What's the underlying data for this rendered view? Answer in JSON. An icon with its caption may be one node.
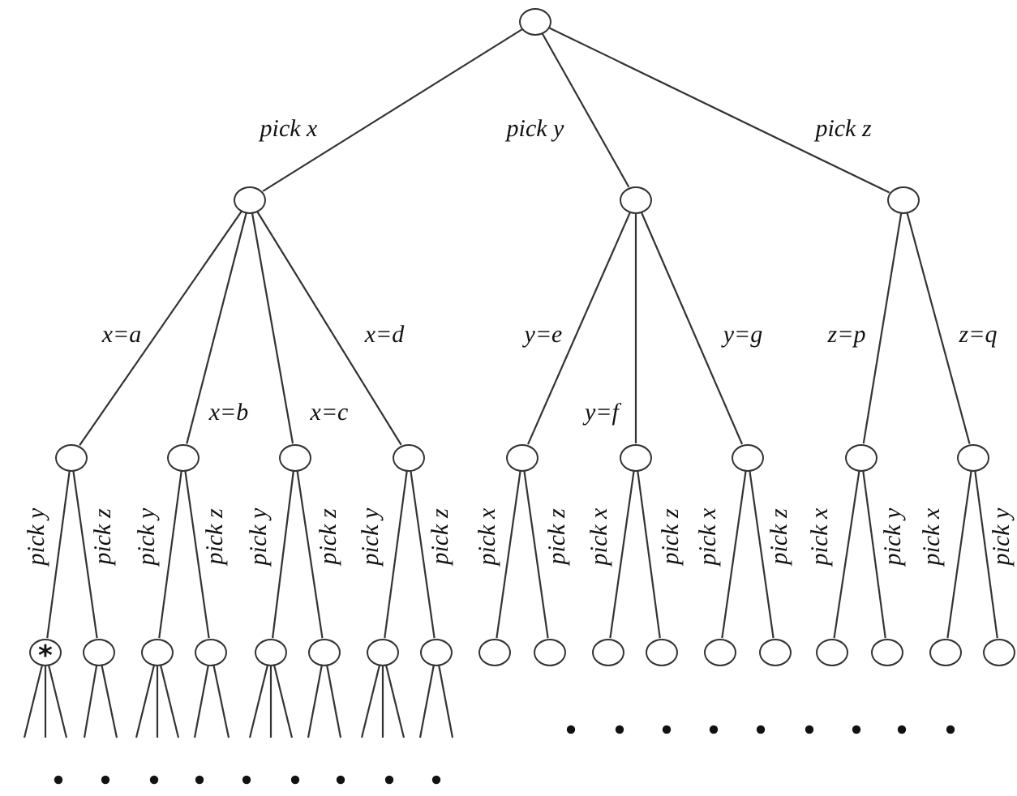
{
  "diagram": {
    "nodes": [
      {
        "text": [],
        "shape": "circle"
      },
      {
        "text": [],
        "shape": "circle"
      },
      {
        "text": [],
        "shape": "circle"
      },
      {
        "text": [],
        "shape": "circle"
      },
      {
        "text": [],
        "shape": "circle"
      },
      {
        "text": [],
        "shape": "circle"
      },
      {
        "text": [],
        "shape": "circle"
      },
      {
        "text": [],
        "shape": "circle"
      },
      {
        "text": [],
        "shape": "circle"
      },
      {
        "text": [],
        "shape": "circle"
      },
      {
        "text": [],
        "shape": "circle"
      },
      {
        "text": [],
        "shape": "circle"
      },
      {
        "text": [],
        "shape": "circle"
      },
      {
        "text": [
          "*"
        ]
      },
      {
        "text": [],
        "shape": "circle"
      },
      {
        "text": [],
        "shape": "circle"
      },
      {
        "text": [],
        "shape": "circle"
      },
      {
        "text": [],
        "shape": "circle"
      },
      {
        "text": [],
        "shape": "circle"
      },
      {
        "text": [],
        "shape": "circle"
      },
      {
        "text": [],
        "shape": "circle"
      },
      {
        "text": [],
        "shape": "circle"
      },
      {
        "text": [],
        "shape": "circle"
      },
      {
        "text": [],
        "shape": "circle"
      },
      {
        "text": [],
        "shape": "circle"
      },
      {
        "text": [],
        "shape": "circle"
      },
      {
        "text": [],
        "shape": "circle"
      },
      {
        "text": [],
        "shape": "circle"
      },
      {
        "text": [],
        "shape": "circle"
      },
      {
        "text": [],
        "shape": "circle"
      },
      {
        "text": [],
        "shape": "circle"
      }
    ],
    "edges": [
      {
        "from": 0,
        "to": 1,
        "arrow": "none",
        "label": "pick x"
      },
      {
        "from": 0,
        "to": 2,
        "arrow": "none",
        "label": "pick y"
      },
      {
        "from": 0,
        "to": 3,
        "arrow": "none",
        "label": "pick z"
      },
      {
        "from": 1,
        "to": 4,
        "arrow": "none",
        "label": "x=a"
      },
      {
        "from": 1,
        "to": 5,
        "arrow": "none",
        "label": "x=b"
      },
      {
        "from": 1,
        "to": 6,
        "arrow": "none",
        "label": "x=c"
      },
      {
        "from": 1,
        "to": 7,
        "arrow": "none",
        "label": "x=d"
      },
      {
        "from": 2,
        "to": 8,
        "arrow": "none",
        "label": "y=e"
      },
      {
        "from": 2,
        "to": 9,
        "arrow": "none",
        "label": "y=f"
      },
      {
        "from": 2,
        "to": 10,
        "arrow": "none",
        "label": "y=g"
      },
      {
        "from": 3,
        "to": 11,
        "arrow": "none",
        "label": "z=p"
      },
      {
        "from": 3,
        "to": 12,
        "arrow": "none",
        "label": "z=q"
      },
      {
        "from": 4,
        "to": 13,
        "arrow": "none",
        "label": "pick y"
      },
      {
        "from": 4,
        "to": 14,
        "arrow": "none",
        "label": "pick z"
      },
      {
        "from": 5,
        "to": 15,
        "arrow": "none",
        "label": "pick y"
      },
      {
        "from": 5,
        "to": 16,
        "arrow": "none",
        "label": "pick z"
      },
      {
        "from": 6,
        "to": 17,
        "arrow": "none",
        "label": "pick y"
      },
      {
        "from": 6,
        "to": 18,
        "arrow": "none",
        "label": "pick z"
      },
      {
        "from": 7,
        "to": 19,
        "arrow": "none",
        "label": "pick y"
      },
      {
        "from": 7,
        "to": 20,
        "arrow": "none",
        "label": "pick z"
      },
      {
        "from": 8,
        "to": 21,
        "arrow": "none",
        "label": "pick x"
      },
      {
        "from": 8,
        "to": 22,
        "arrow": "none",
        "label": "pick z"
      },
      {
        "from": 9,
        "to": 23,
        "arrow": "none",
        "label": "pick x"
      },
      {
        "from": 9,
        "to": 24,
        "arrow": "none",
        "label": "pick z"
      },
      {
        "from": 10,
        "to": 25,
        "arrow": "none",
        "label": "pick x"
      },
      {
        "from": 10,
        "to": 26,
        "arrow": "none",
        "label": "pick z"
      },
      {
        "from": 11,
        "to": 27,
        "arrow": "none",
        "label": "pick x"
      },
      {
        "from": 11,
        "to": 28,
        "arrow": "none",
        "label": "pick y"
      },
      {
        "from": 12,
        "to": 29,
        "arrow": "none",
        "label": "pick x"
      },
      {
        "from": 12,
        "to": 30,
        "arrow": "none",
        "label": "pick y"
      },
      {
        "from": 13,
        "to": null,
        "arrow": "none"
      },
      {
        "from": 13,
        "to": null,
        "arrow": "none"
      },
      {
        "from": 13,
        "to": null,
        "arrow": "none"
      },
      {
        "from": 14,
        "to": null,
        "arrow": "none"
      },
      {
        "from": 14,
        "to": null,
        "arrow": "none"
      },
      {
        "from": 15,
        "to": null,
        "arrow": "none"
      },
      {
        "from": 15,
        "to": null,
        "arrow": "none"
      },
      {
        "from": 15,
        "to": null,
        "arrow": "none"
      },
      {
        "from": 16,
        "to": null,
        "arrow": "none"
      },
      {
        "from": 16,
        "to": null,
        "arrow": "none"
      },
      {
        "from": 17,
        "to": null,
        "arrow": "none"
      },
      {
        "from": 17,
        "to": null,
        "arrow": "none"
      },
      {
        "from": 17,
        "to": null,
        "arrow": "none"
      },
      {
        "from": 18,
        "to": null,
        "arrow": "none"
      },
      {
        "from": 18,
        "to": null,
        "arrow": "none"
      },
      {
        "from": 19,
        "to": null,
        "arrow": "none"
      },
      {
        "from": 19,
        "to": null,
        "arrow": "none"
      },
      {
        "from": 19,
        "to": null,
        "arrow": "none"
      },
      {
        "from": 20,
        "to": null,
        "arrow": "none"
      },
      {
        "from": 20,
        "to": null,
        "arrow": "none"
      }
    ]
  }
}
